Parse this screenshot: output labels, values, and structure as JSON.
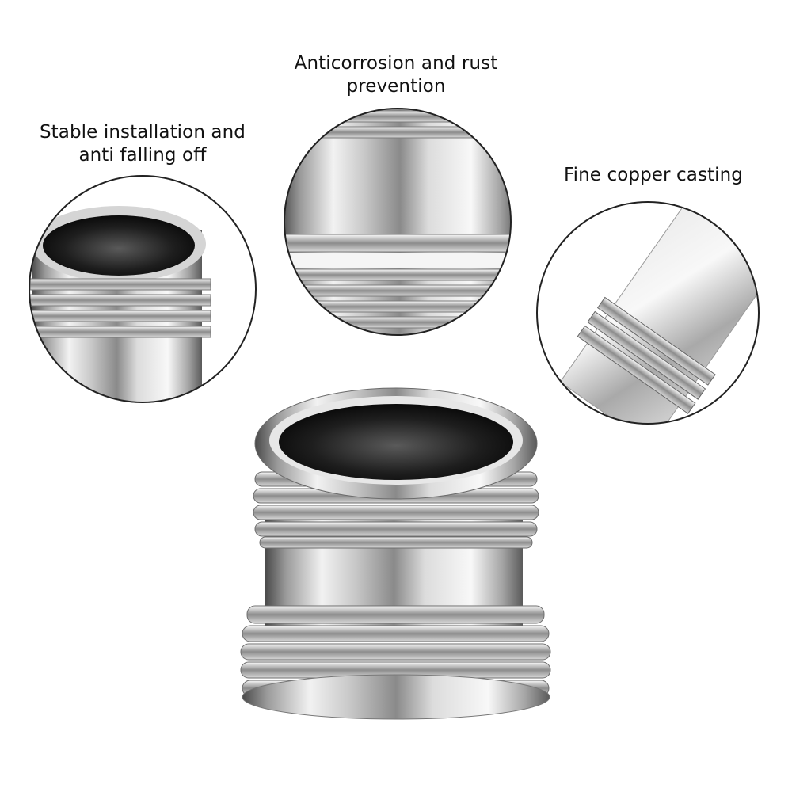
{
  "captions": {
    "left": {
      "line1": "Stable installation and",
      "line2": "anti falling off"
    },
    "top": {
      "line1": "Anticorrosion and rust",
      "line2": "prevention"
    },
    "right": {
      "line1": "Fine copper casting"
    }
  },
  "colors": {
    "steel_light": "#f4f4f4",
    "steel_mid": "#b9b9b9",
    "steel_dark": "#3a3a3a",
    "inner_black": "#0e0e0e",
    "outline": "#222222"
  }
}
